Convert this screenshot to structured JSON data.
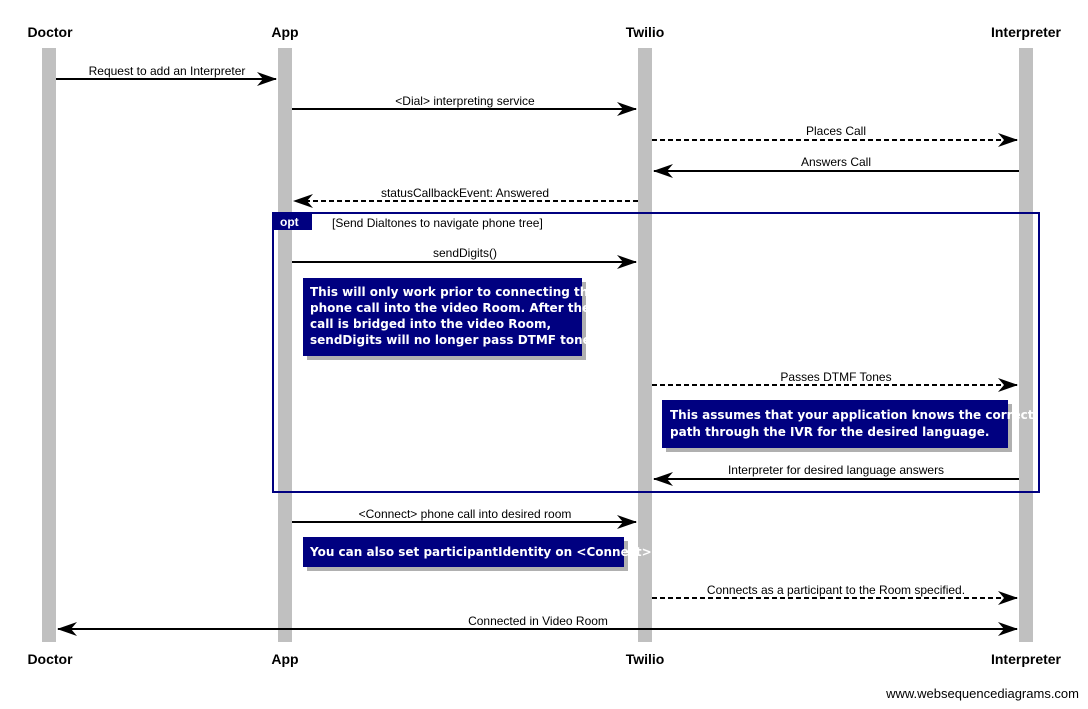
{
  "participants": [
    {
      "name": "Doctor"
    },
    {
      "name": "App"
    },
    {
      "name": "Twilio"
    },
    {
      "name": "Interpreter"
    }
  ],
  "messages": [
    {
      "from": "Doctor",
      "to": "App",
      "label": "Request to add an Interpreter",
      "style": "solid"
    },
    {
      "from": "App",
      "to": "Twilio",
      "label": "<Dial> interpreting service",
      "style": "solid"
    },
    {
      "from": "Twilio",
      "to": "Interpreter",
      "label": "Places Call",
      "style": "dashed"
    },
    {
      "from": "Interpreter",
      "to": "Twilio",
      "label": "Answers Call",
      "style": "solid"
    },
    {
      "from": "Twilio",
      "to": "App",
      "label": "statusCallbackEvent: Answered",
      "style": "dashed"
    },
    {
      "from": "App",
      "to": "Twilio",
      "label": "sendDigits()",
      "style": "solid"
    },
    {
      "from": "Twilio",
      "to": "Interpreter",
      "label": "Passes DTMF Tones",
      "style": "dashed"
    },
    {
      "from": "Interpreter",
      "to": "Twilio",
      "label": "Interpreter for desired language answers",
      "style": "solid"
    },
    {
      "from": "App",
      "to": "Twilio",
      "label": "<Connect> phone call into desired room",
      "style": "solid"
    },
    {
      "from": "Twilio",
      "to": "Interpreter",
      "label": "Connects as a participant to the Room specified.",
      "style": "dashed"
    },
    {
      "from": "Doctor",
      "to": "Interpreter",
      "label": "Connected in Video Room",
      "style": "solid",
      "bidirectional": true
    }
  ],
  "notes": [
    {
      "lines": [
        "This will only work prior to connecting the",
        "phone call into the video Room. After the",
        "call is bridged into the video Room,",
        "sendDigits will no longer pass DTMF tones"
      ]
    },
    {
      "lines": [
        "This assumes that your application knows the correct",
        "path through the IVR for the desired language."
      ]
    },
    {
      "lines": [
        "You can also set participantIdentity on <Connect>"
      ]
    }
  ],
  "opt_block": {
    "tag": "opt",
    "condition": "[Send Dialtones to navigate phone tree]"
  },
  "footer": "www.websequencediagrams.com",
  "colors": {
    "lifeline": "#c0c0c0",
    "note_fill": "#000080",
    "frame": "#000080",
    "arrow": "#000000"
  }
}
